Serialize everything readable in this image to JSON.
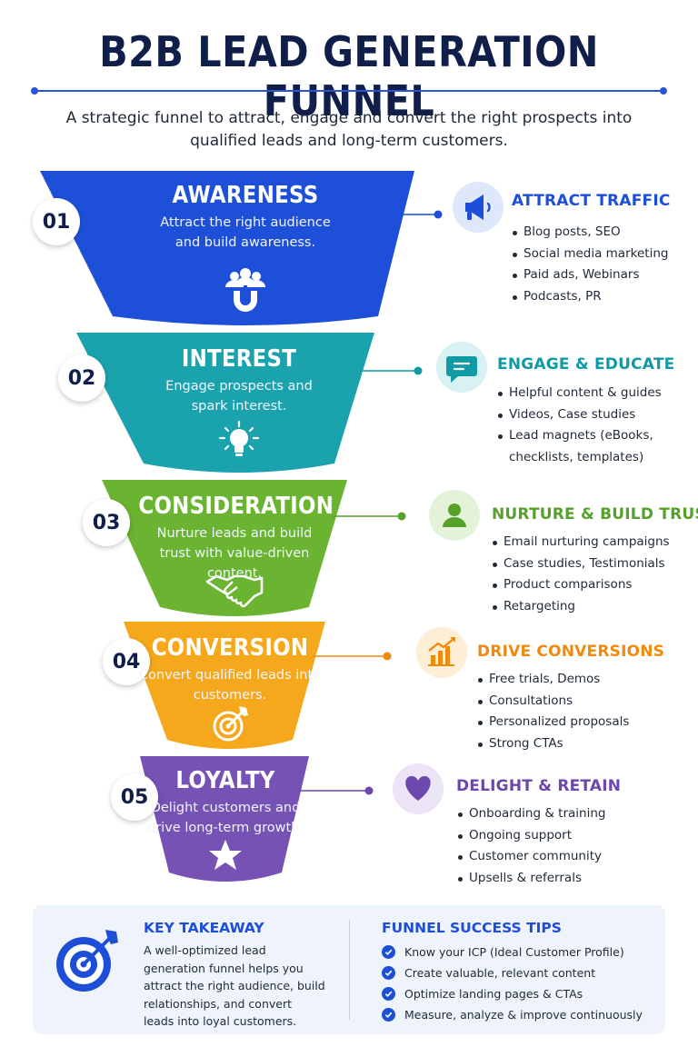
{
  "title": "B2B LEAD GENERATION FUNNEL",
  "subtitle": "A strategic funnel to attract, engage and convert the right prospects into qualified leads and long-term customers.",
  "stages": [
    {
      "number": "01",
      "title": "AWARENESS",
      "description": "Attract the right audience and build awareness.",
      "icon": "audience-magnet-icon",
      "color": "#1d4fd8",
      "side_heading": "ATTRACT TRAFFIC",
      "side_icon": "megaphone-icon",
      "side_color": "#1d4ed8",
      "side_bg": "#dfe8fb",
      "items": [
        "Blog posts, SEO",
        "Social media marketing",
        "Paid ads, Webinars",
        "Podcasts, PR"
      ]
    },
    {
      "number": "02",
      "title": "INTEREST",
      "description": "Engage prospects and spark interest.",
      "icon": "lightbulb-icon",
      "color": "#1aa3ad",
      "side_heading": "ENGAGE & EDUCATE",
      "side_icon": "chat-bubble-icon",
      "side_color": "#0f9aa5",
      "side_bg": "#d8f1f3",
      "items": [
        "Helpful content & guides",
        "Videos, Case studies",
        "Lead magnets (eBooks, checklists, templates)"
      ]
    },
    {
      "number": "03",
      "title": "CONSIDERATION",
      "description": "Nurture leads and build trust with value-driven content.",
      "icon": "handshake-icon",
      "color": "#6ab431",
      "side_heading": "NURTURE & BUILD TRUST",
      "side_icon": "person-icon",
      "side_color": "#56a12a",
      "side_bg": "#e3f2d8",
      "items": [
        "Email nurturing campaigns",
        "Case studies, Testimonials",
        "Product comparisons",
        "Retargeting"
      ]
    },
    {
      "number": "04",
      "title": "CONVERSION",
      "description": "Convert qualified leads into customers.",
      "icon": "target-icon",
      "color": "#f5a81b",
      "side_heading": "DRIVE CONVERSIONS",
      "side_icon": "growth-chart-icon",
      "side_color": "#f08a0c",
      "side_bg": "#fdeed6",
      "items": [
        "Free trials, Demos",
        "Consultations",
        "Personalized proposals",
        "Strong CTAs"
      ]
    },
    {
      "number": "05",
      "title": "LOYALTY",
      "description": "Delight customers and drive long-term growth.",
      "icon": "star-icon",
      "color": "#7552b3",
      "side_heading": "DELIGHT & RETAIN",
      "side_icon": "heart-icon",
      "side_color": "#6c47ad",
      "side_bg": "#ece4f7",
      "items": [
        "Onboarding & training",
        "Ongoing support",
        "Customer community",
        "Upsells & referrals"
      ]
    }
  ],
  "key_takeaway": {
    "title": "KEY TAKEAWAY",
    "text": "A well-optimized lead generation funnel helps you attract the right audience, build relationships, and convert leads into loyal customers.",
    "icon": "target-arrow-icon"
  },
  "tips": {
    "title": "FUNNEL SUCCESS TIPS",
    "items": [
      "Know your ICP (Ideal Customer Profile)",
      "Create valuable, relevant content",
      "Optimize landing pages & CTAs",
      "Measure, analyze & improve continuously"
    ]
  }
}
